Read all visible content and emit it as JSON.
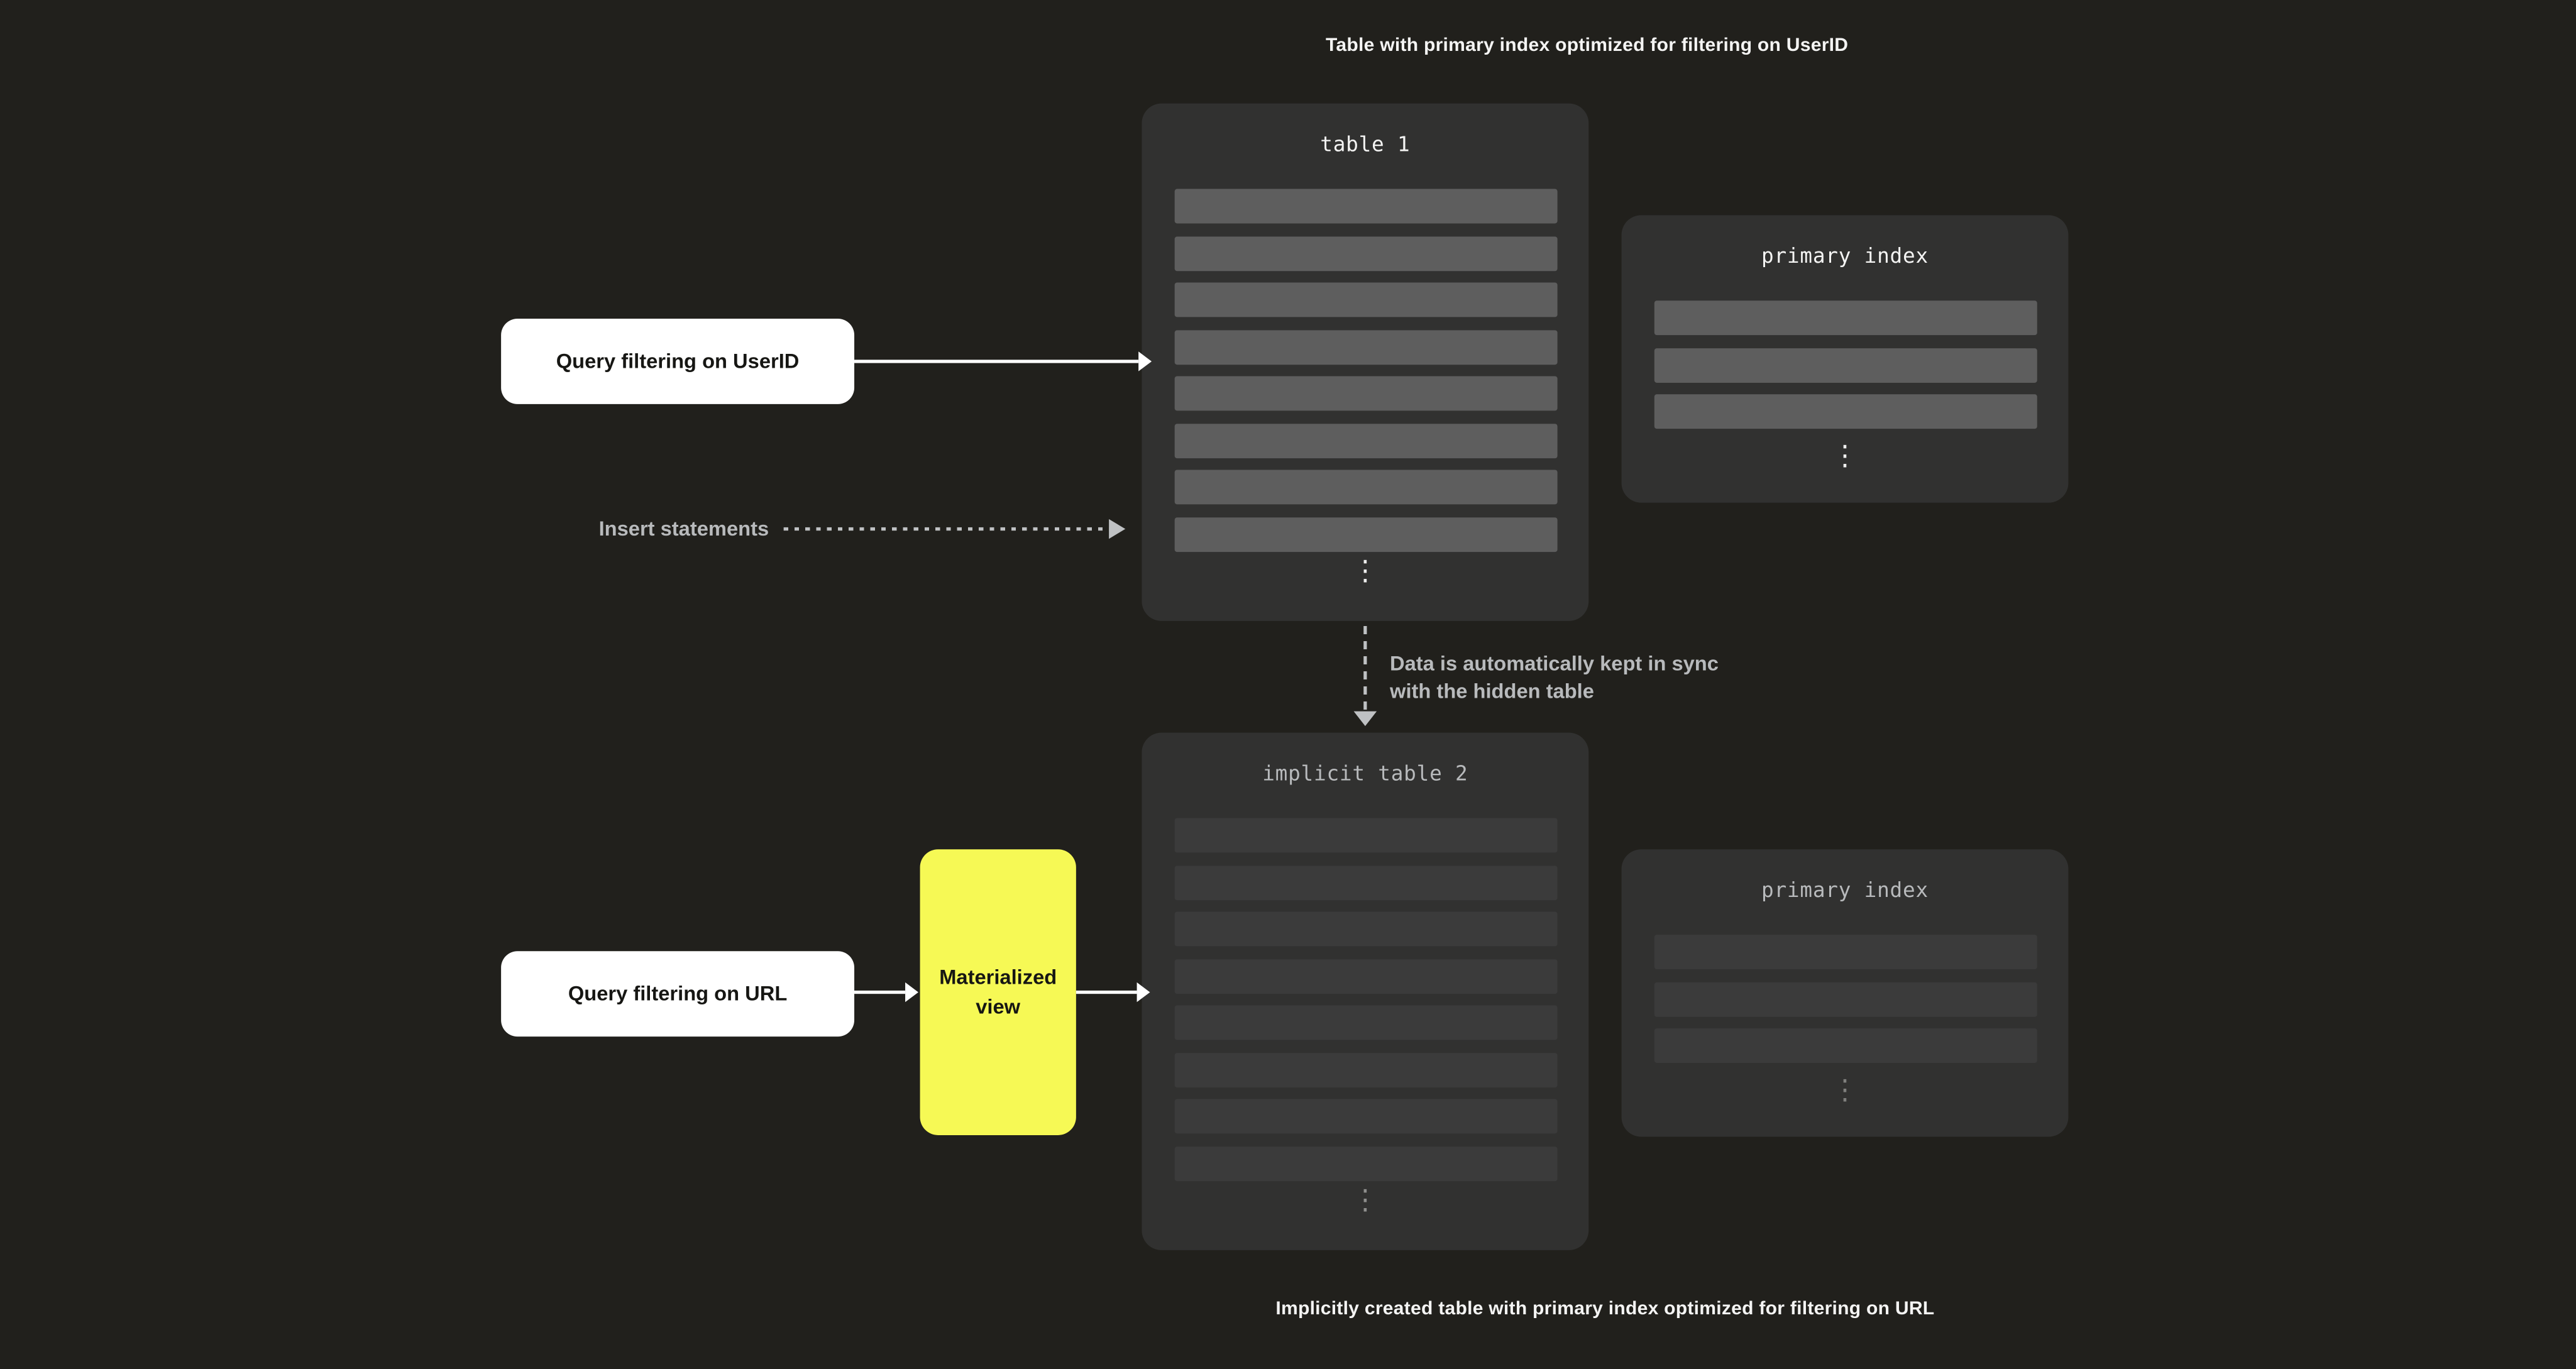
{
  "colors": {
    "background": "#21201c",
    "panel": "#313130",
    "row_bright": "#5e5e5e",
    "row_dim": "#3b3b3b",
    "text_white": "#f4f4f3",
    "text_light": "#b8babc",
    "text_dark": "#161613",
    "accent_yellow": "#f6f955",
    "node_bg": "#ffffff",
    "arrow_white": "#ffffff",
    "arrow_gray": "#bfc1c3"
  },
  "captions": {
    "top": "Table with primary index optimized for filtering on UserID",
    "bottom": "Implicitly created table with primary index optimized for filtering on URL"
  },
  "panels": {
    "table1": {
      "title": "table 1",
      "row_count": 8,
      "ellipsis": "⋮"
    },
    "primary_index_top": {
      "title": "primary index",
      "row_count": 3,
      "ellipsis": "⋮"
    },
    "implicit_table2": {
      "title": "implicit table 2",
      "row_count": 8,
      "ellipsis": "⋮"
    },
    "primary_index_bottom": {
      "title": "primary index",
      "row_count": 3,
      "ellipsis": "⋮"
    }
  },
  "nodes": {
    "query_userid": {
      "label": "Query filtering on UserID"
    },
    "query_url": {
      "label": "Query filtering on URL"
    },
    "materialized_view": {
      "label": "Materialized view"
    }
  },
  "labels": {
    "insert_statements": "Insert statements"
  },
  "annotations": {
    "sync_note": {
      "line1": "Data is automatically kept in sync",
      "line2": "with the hidden table"
    }
  }
}
